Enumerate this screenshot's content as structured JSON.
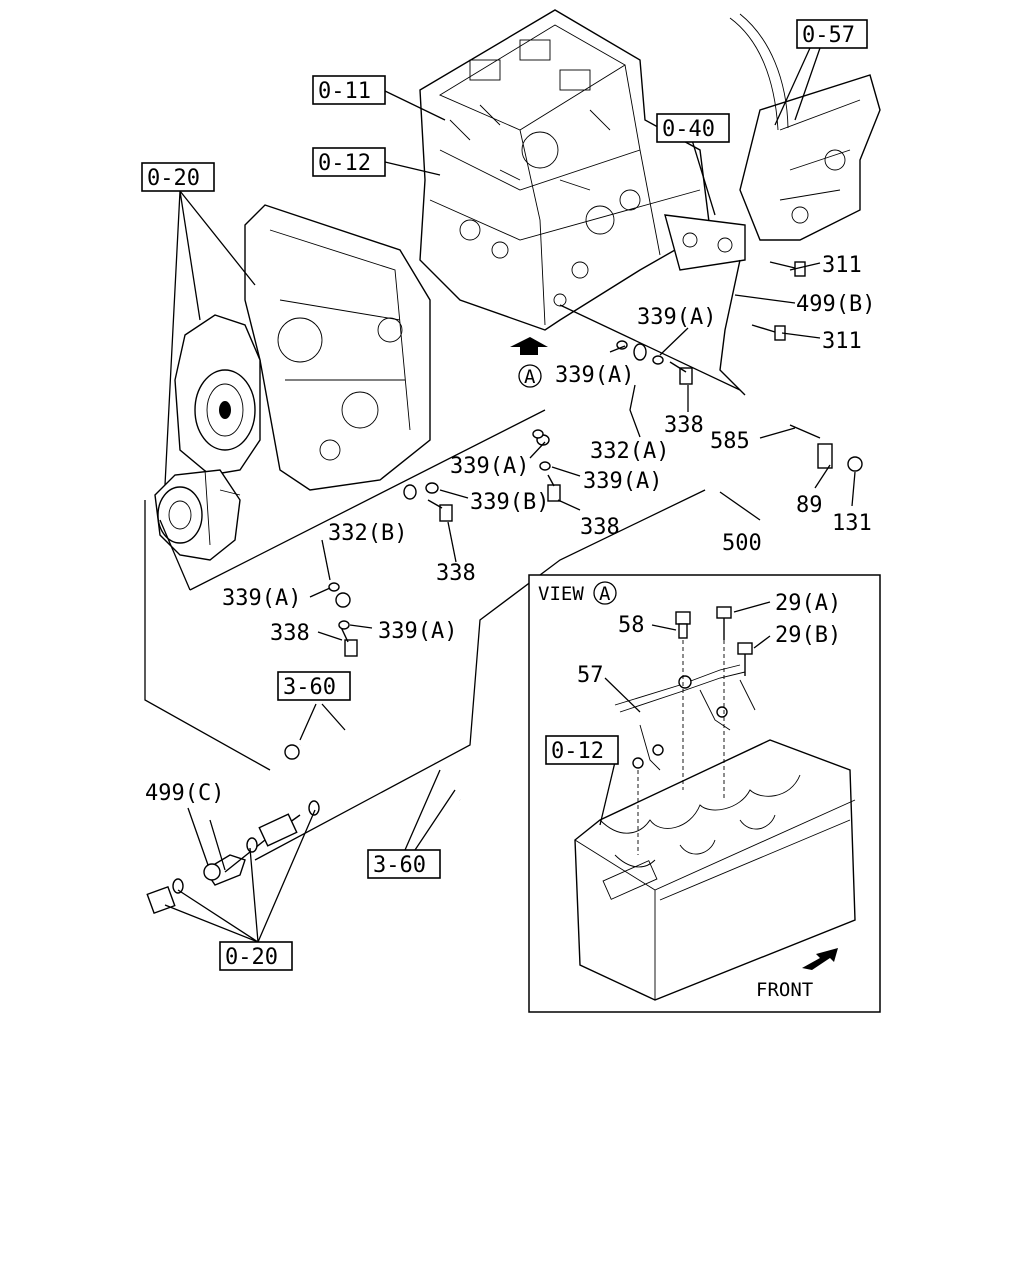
{
  "refs": {
    "r_0_57": "0-57",
    "r_0_11": "0-11",
    "r_0_40": "0-40",
    "r_0_12_top": "0-12",
    "r_0_20_top": "0-20",
    "r_3_60_left": "3-60",
    "r_3_60_bottom": "3-60",
    "r_0_20_bottom": "0-20",
    "r_0_12_view": "0-12"
  },
  "labels": {
    "l311a": "311",
    "l499b": "499(B)",
    "l311b": "311",
    "l339a_1": "339(A)",
    "l339a_2": "339(A)",
    "lA_marker": "A",
    "l338_1": "338",
    "l332a": "332(A)",
    "l585": "585",
    "l339a_3": "339(A)",
    "l339a_4": "339(A)",
    "l339b": "339(B)",
    "l338_2": "338",
    "l89": "89",
    "l131": "131",
    "l332b": "332(B)",
    "l500": "500",
    "l338_3": "338",
    "l339a_5": "339(A)",
    "l338_4": "338",
    "l339a_6": "339(A)",
    "l499c": "499(C)",
    "l29a": "29(A)",
    "l58": "58",
    "l29b": "29(B)",
    "l57": "57"
  },
  "view": {
    "title": "VIEW",
    "marker": "A",
    "front": "FRONT"
  }
}
